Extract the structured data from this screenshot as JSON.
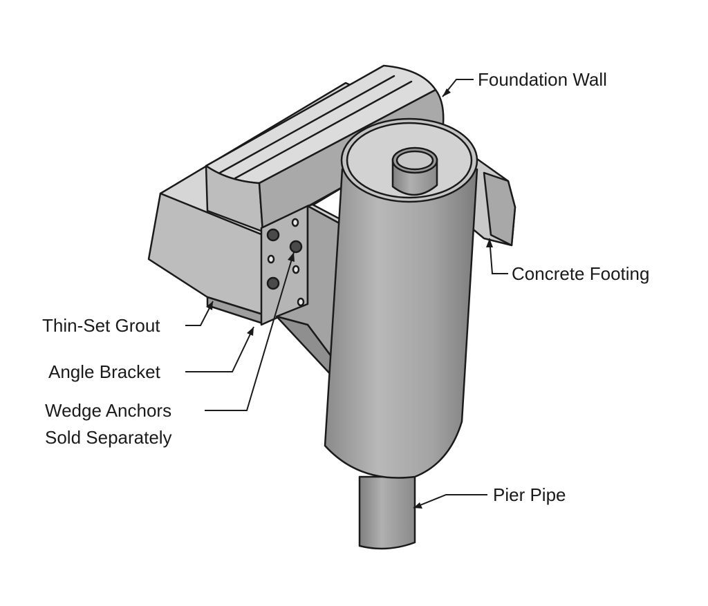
{
  "labels": {
    "foundation_wall": "Foundation Wall",
    "concrete_footing": "Concrete Footing",
    "thin_set_grout": "Thin-Set Grout",
    "angle_bracket": "Angle Bracket",
    "wedge_anchors_line1": "Wedge Anchors",
    "wedge_anchors_line2": "Sold Separately",
    "pier_pipe": "Pier Pipe"
  },
  "colors": {
    "concrete_top": "#d9d9d9",
    "concrete_face": "#b9b9b9",
    "concrete_side": "#9a9a9a",
    "steel_light": "#b3b3b3",
    "steel_mid": "#a0a0a0",
    "steel_dark": "#808080",
    "ink": "#1a1a1a"
  }
}
